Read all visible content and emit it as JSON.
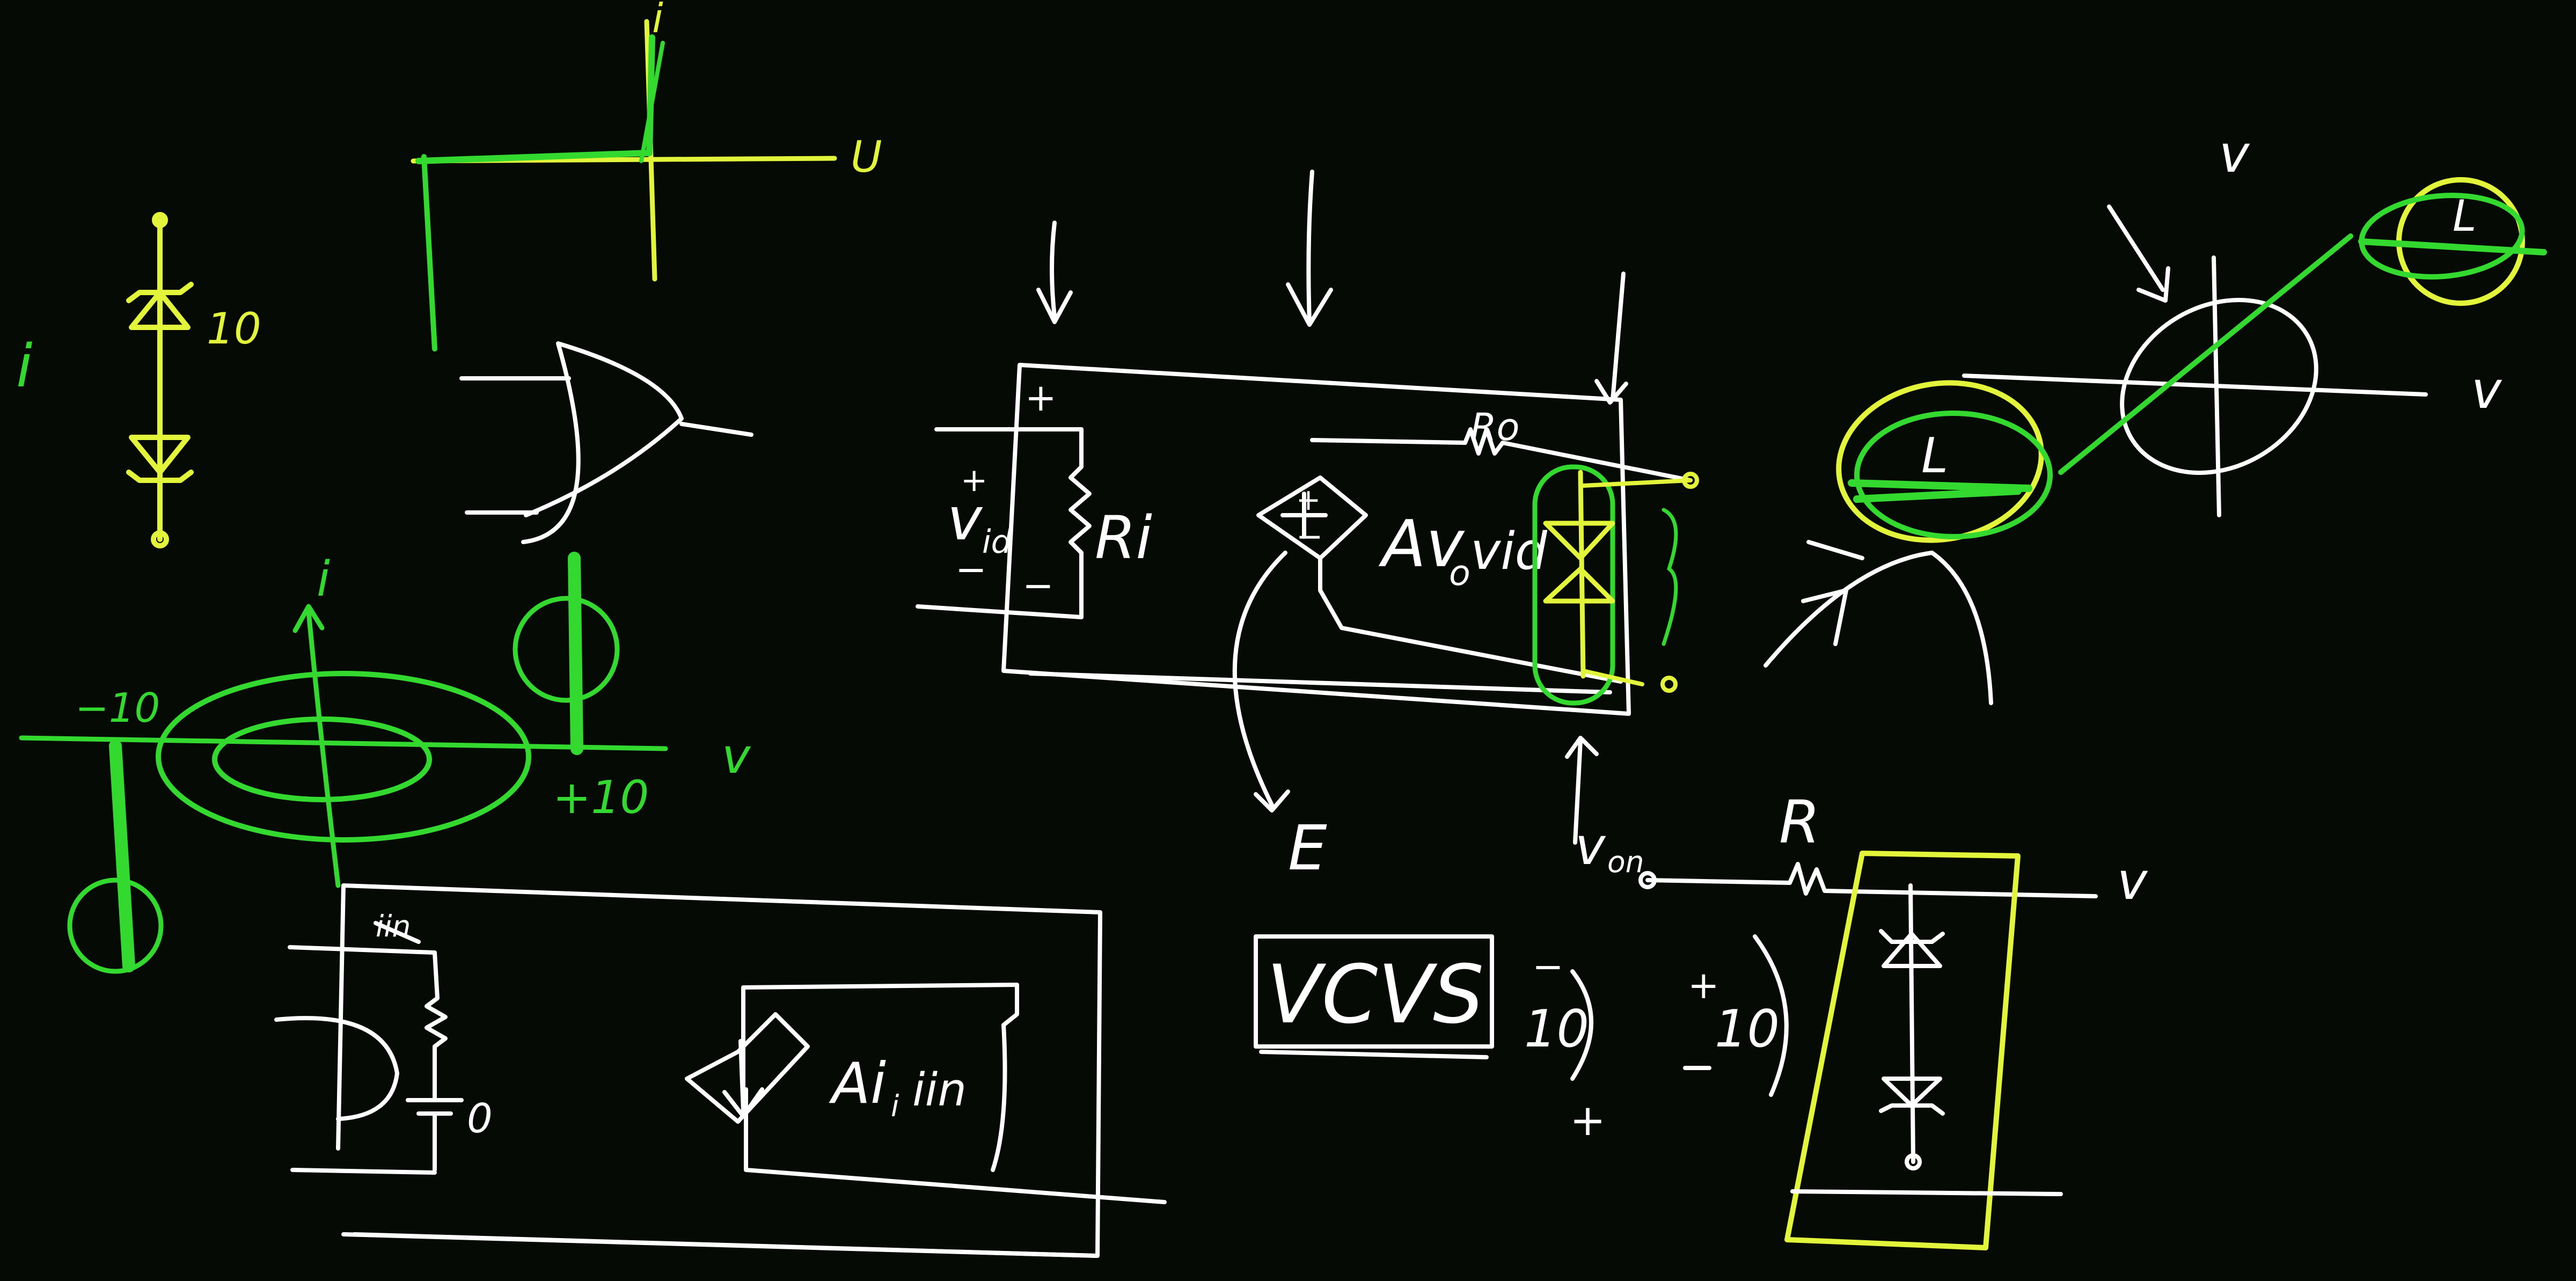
{
  "labels": {
    "zener_i": "i",
    "zener_value": "10",
    "char_i": "i",
    "char_v": "U",
    "vid": "v",
    "vid_sub": "id",
    "plus": "+",
    "minus": "−",
    "ri": "Ri",
    "ro": "Ro",
    "gain": "Av",
    "gain_sub": "o",
    "gain_vid": "vid",
    "e_label": "E",
    "von": "v",
    "von_sub": "on",
    "r_label": "R",
    "vcvs": "VCVS",
    "ten_neg": "10",
    "ten_pos": "10",
    "loop_i": "i",
    "loop_v": "v",
    "neg10": "−10",
    "pos10": "+10",
    "iin": "iin",
    "zero": "0",
    "cccs_gain": "Ai",
    "cccs_gain_sub": "i",
    "cccs_iin": "iin",
    "tr_vo": "v",
    "tr_vi": "v",
    "L1": "L",
    "L2": "L",
    "vo_right": "v"
  },
  "colors": {
    "background": "#050a05",
    "grid": "#1f4a1f",
    "white_ink": "#ffffff",
    "yellow_ink": "#e2f53a",
    "green_ink": "#33d92e"
  }
}
